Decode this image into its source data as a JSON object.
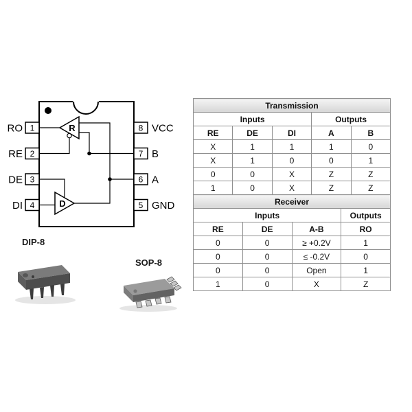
{
  "ic": {
    "receiver_symbol": "R",
    "driver_symbol": "D",
    "left_pins": [
      {
        "number": "1",
        "label": "RO"
      },
      {
        "number": "2",
        "label": "RE"
      },
      {
        "number": "3",
        "label": "DE"
      },
      {
        "number": "4",
        "label": "DI"
      }
    ],
    "right_pins": [
      {
        "number": "8",
        "label": "VCC"
      },
      {
        "number": "7",
        "label": "B"
      },
      {
        "number": "6",
        "label": "A"
      },
      {
        "number": "5",
        "label": "GND"
      }
    ]
  },
  "packages": {
    "dip_label": "DIP-8",
    "sop_label": "SOP-8"
  },
  "tables": {
    "transmission": {
      "title": "Transmission",
      "inputs_label": "Inputs",
      "outputs_label": "Outputs",
      "headers": [
        "RE",
        "DE",
        "DI",
        "A",
        "B"
      ],
      "rows": [
        [
          "X",
          "1",
          "1",
          "1",
          "0"
        ],
        [
          "X",
          "1",
          "0",
          "0",
          "1"
        ],
        [
          "0",
          "0",
          "X",
          "Z",
          "Z"
        ],
        [
          "1",
          "0",
          "X",
          "Z",
          "Z"
        ]
      ]
    },
    "receiver": {
      "title": "Receiver",
      "inputs_label": "Inputs",
      "outputs_label": "Outputs",
      "headers": [
        "RE",
        "DE",
        "A-B",
        "RO"
      ],
      "rows": [
        [
          "0",
          "0",
          "≥ +0.2V",
          "1"
        ],
        [
          "0",
          "0",
          "≤ -0.2V",
          "0"
        ],
        [
          "0",
          "0",
          "Open",
          "1"
        ],
        [
          "1",
          "0",
          "X",
          "Z"
        ]
      ]
    }
  }
}
